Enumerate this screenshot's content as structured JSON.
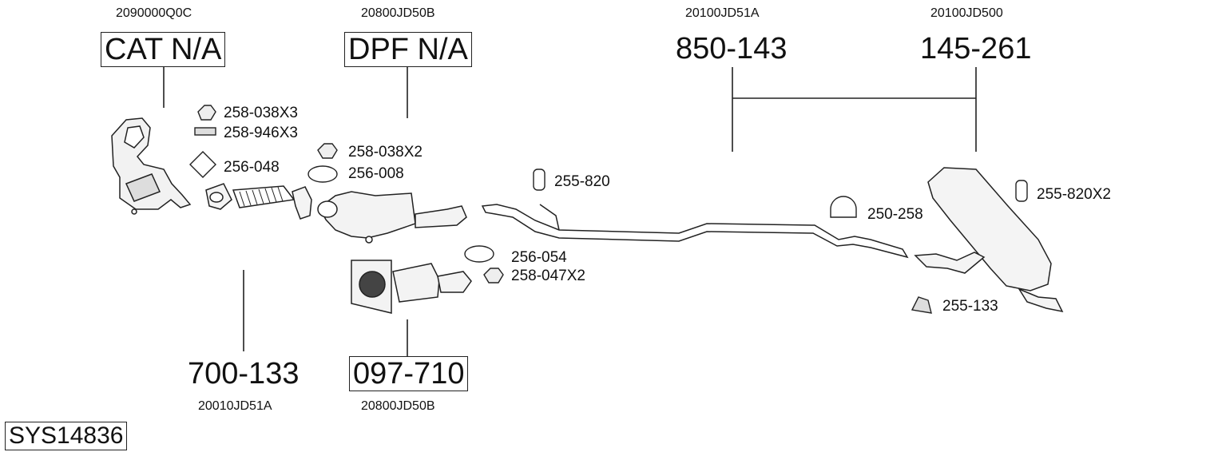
{
  "system_code": "SYS14836",
  "assemblies": {
    "cat": {
      "oem": "2090000Q0C",
      "part": "CAT N/A"
    },
    "dpf": {
      "oem": "20800JD50B",
      "part": "DPF N/A"
    },
    "center": {
      "oem": "20100JD51A",
      "part": "850-143"
    },
    "rear": {
      "oem": "20100JD500",
      "part": "145-261"
    },
    "flexpipe": {
      "oem": "20010JD51A",
      "part": "700-133"
    },
    "dpf2": {
      "oem": "20800JD50B",
      "part": "097-710"
    }
  },
  "small_parts": {
    "p1": "258-038X3",
    "p2": "258-946X3",
    "p3": "256-048",
    "p4": "258-038X2",
    "p5": "256-008",
    "p6": "255-820",
    "p7": "256-054",
    "p8": "258-047X2",
    "p9": "250-258",
    "p10": "255-820X2",
    "p11": "255-133"
  }
}
